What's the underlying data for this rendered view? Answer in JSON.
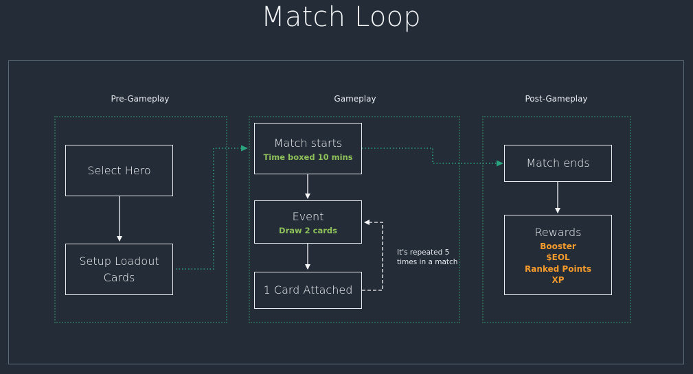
{
  "title": "Match Loop",
  "zones": {
    "pre": "Pre-Gameplay",
    "game": "Gameplay",
    "post": "Post-Gameplay"
  },
  "nodes": {
    "select_hero": "Select Hero",
    "setup_loadout": [
      "Setup Loadout",
      "Cards"
    ],
    "match_starts": {
      "label": "Match starts",
      "sub": "Time boxed 10 mins"
    },
    "event": {
      "label": "Event",
      "sub": "Draw 2 cards"
    },
    "card_attached": "1 Card Attached",
    "match_ends": "Match ends",
    "rewards": {
      "label": "Rewards",
      "items": [
        "Booster",
        "$EOL",
        "Ranked Points",
        "XP"
      ]
    }
  },
  "loop_note": [
    "It's  repeated 5",
    "times in a match"
  ],
  "colors": {
    "background": "#232c37",
    "node_border": "#e8ecef",
    "zone_border": "#2f5f50",
    "connector_teal": "#2aa37e",
    "highlight_green": "#8fc15a",
    "highlight_orange": "#f59a2c"
  }
}
